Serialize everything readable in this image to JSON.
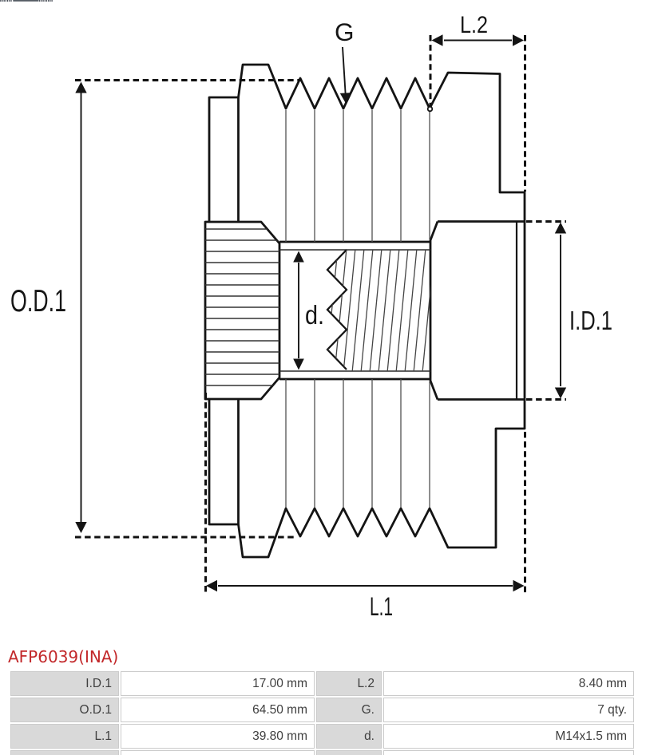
{
  "drawing": {
    "labels": {
      "g": "G",
      "l2": "L.2",
      "od1": "O.D.1",
      "id1": "I.D.1",
      "d": "d.",
      "l1": "L.1"
    },
    "line_color": "#141414"
  },
  "logo_fragment": {
    "dot_color": "#3d434c",
    "bar_color": "#555c64"
  },
  "product": {
    "code": "AFP6039(INA)",
    "code_color": "#c2282a"
  },
  "spec_table": {
    "label_bg": "#d9d9d9",
    "border_color": "#cbcbcb",
    "text_color": "#3f3f3f",
    "rows": [
      {
        "label1": "I.D.1",
        "value1": "17.00 mm",
        "label2": "L.2",
        "value2": "8.40 mm"
      },
      {
        "label1": "O.D.1",
        "value1": "64.50 mm",
        "label2": "G.",
        "value2": "7 qty."
      },
      {
        "label1": "L.1",
        "value1": "39.80 mm",
        "label2": "d.",
        "value2": "M14x1.5 mm"
      },
      {
        "label1": "",
        "value1": "",
        "label2": "",
        "value2": ""
      }
    ]
  }
}
